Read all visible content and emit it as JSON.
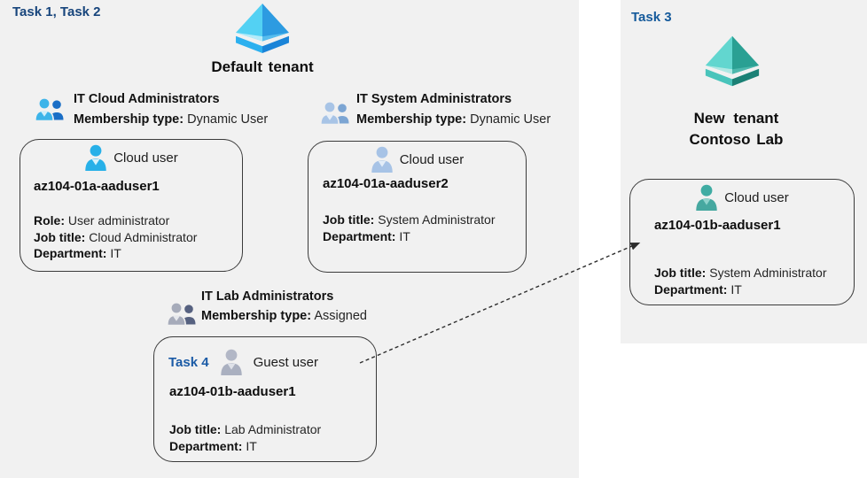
{
  "colors": {
    "background": "#ffffff",
    "region_background": "#f1f1f1",
    "card_border": "#3b3b3b",
    "task_label_blue": "#17457c",
    "task4_label_blue": "#1b5ba6",
    "arrow": "#2d2d2d",
    "entra_icon_blue_light": "#53d1f3",
    "entra_icon_blue_dark": "#2d9be1",
    "entra_icon_teal_light": "#62d6cf",
    "entra_icon_teal_dark": "#2aa093",
    "cloud_user_icon_blue": "#27b0e8",
    "cloud_user_icon_steel": "#a7c3e6",
    "guest_user_icon_gray": "#b2b7c6",
    "cloud_user_icon_teal": "#3faca3",
    "group_icon_blue_front": "#3db4e9",
    "group_icon_blue_back": "#1a6ec6",
    "group_icon_steel_front": "#a8c4e6",
    "group_icon_steel_back": "#7ca5d3",
    "group_icon_gray_front": "#a6abba",
    "group_icon_gray_back": "#566180"
  },
  "default_tenant": {
    "tasks_label": "Task 1, Task 2",
    "name": "Default tenant",
    "groups": {
      "cloud": {
        "name": "IT Cloud Administrators",
        "membership_label": "Membership type:",
        "membership_value": "Dynamic User"
      },
      "system": {
        "name": "IT System Administrators",
        "membership_label": "Membership type:",
        "membership_value": "Dynamic User"
      },
      "lab": {
        "name": "IT Lab Administrators",
        "membership_label": "Membership type:",
        "membership_value": "Assigned"
      }
    },
    "cards": {
      "cloud_user1": {
        "type_label": "Cloud user",
        "username": "az104-01a-aaduser1",
        "attrs": [
          {
            "label": "Role:",
            "value": "User administrator"
          },
          {
            "label": "Job title:",
            "value": "Cloud Administrator"
          },
          {
            "label": "Department:",
            "value": "IT"
          }
        ]
      },
      "cloud_user2": {
        "type_label": "Cloud user",
        "username": "az104-01a-aaduser2",
        "attrs": [
          {
            "label": "Job title:",
            "value": "System Administrator"
          },
          {
            "label": "Department:",
            "value": "IT"
          }
        ]
      },
      "guest_user": {
        "task_label": "Task 4",
        "type_label": "Guest user",
        "username": "az104-01b-aaduser1",
        "attrs": [
          {
            "label": "Job title:",
            "value": "Lab Administrator"
          },
          {
            "label": "Department:",
            "value": "IT"
          }
        ]
      }
    }
  },
  "new_tenant": {
    "task_label": "Task 3",
    "name_line1": "New tenant",
    "name_line2": "Contoso Lab",
    "card": {
      "type_label": "Cloud user",
      "username": "az104-01b-aaduser1",
      "attrs": [
        {
          "label": "Job title:",
          "value": "System Administrator"
        },
        {
          "label": "Department:",
          "value": "IT"
        }
      ]
    }
  },
  "arrow": {
    "style": "dashed",
    "from": "guest_user card",
    "to": "new_tenant cloud user card"
  }
}
